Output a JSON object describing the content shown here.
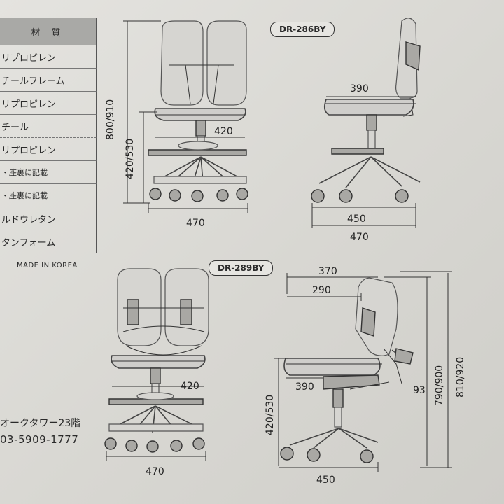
{
  "materials": {
    "header": "材 質",
    "rows": [
      "リプロピレン",
      "チールフレーム",
      "リプロピレン",
      "チール",
      "リプロピレン",
      "・座裏に記載",
      "・座裏に記載",
      "ルドウレタン",
      "タンフォーム"
    ]
  },
  "made_in": "MADE IN KOREA",
  "address": {
    "line1": "オークタワー23階",
    "line2": "03-5909-1777"
  },
  "models": {
    "dr286": {
      "name": "DR-286BY",
      "height": "800/910",
      "seat_height": "420/530",
      "seat_width_front": "420",
      "base_width_front": "470",
      "seat_depth_side": "390",
      "depth_side": "450",
      "base_width_side": "470"
    },
    "dr289": {
      "name": "DR-289BY",
      "seat_width_front": "420",
      "base_width_front": "470",
      "top_depth": "370",
      "back_depth": "290",
      "seat_depth": "390",
      "seat_height": "420/530",
      "angle": "93",
      "back_height": "790/900",
      "total_height": "810/920",
      "depth": "450"
    }
  }
}
